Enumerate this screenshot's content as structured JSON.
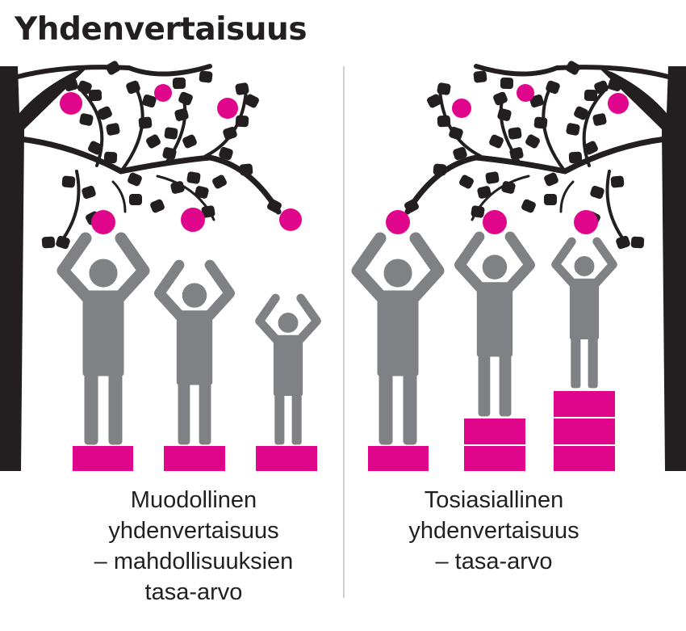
{
  "title": "Yhdenvertaisuus",
  "colors": {
    "apple": "#e0068c",
    "person": "#808184",
    "tree": "#231f20",
    "box": "#e0068c"
  },
  "panels": [
    {
      "caption_lines": [
        "Muodollinen",
        "yhdenvertaisuus",
        "– mahdollisuuksien",
        "tasa-arvo"
      ]
    },
    {
      "caption_lines": [
        "Tosiasiallinen",
        "yhdenvertaisuus",
        "– tasa-arvo"
      ]
    }
  ]
}
